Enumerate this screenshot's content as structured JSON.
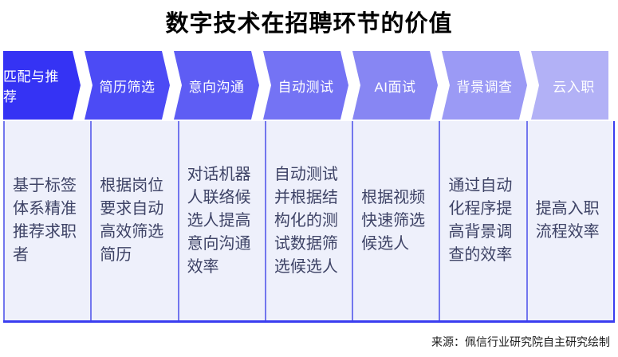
{
  "title": "数字技术在招聘环节的价值",
  "source": "来源：佩信行业研究院自主研究绘制",
  "colors": {
    "header_text": "#ffffff",
    "body_text": "#3e4366",
    "body_fill": "#eef0fb",
    "divider": "#7276ee",
    "frame": "#3a3df0",
    "background": "#ffffff",
    "title_text": "#000000"
  },
  "steps": [
    {
      "label": "匹配与推荐",
      "color": "#3533f4",
      "body_lines": [
        "基于标签",
        "体系精准",
        "推荐求职",
        "者"
      ]
    },
    {
      "label": "简历筛选",
      "color": "#4c4bf5",
      "body_lines": [
        "根据岗位",
        "要求自动",
        "高效筛选",
        "简历"
      ]
    },
    {
      "label": "意向沟通",
      "color": "#5e5df4",
      "body_lines": [
        "对话机器",
        "人联络候",
        "选人提高",
        "意向沟通",
        "效率"
      ]
    },
    {
      "label": "自动测试",
      "color": "#7473f4",
      "body_lines": [
        "自动测试",
        "并根据结",
        "构化的测",
        "试数据筛",
        "选候选人"
      ]
    },
    {
      "label": "AI面试",
      "color": "#8786f3",
      "body_lines": [
        "根据视频",
        "快速筛选",
        "候选人"
      ]
    },
    {
      "label": "背景调查",
      "color": "#9b9af5",
      "body_lines": [
        "通过自动",
        "化程序提",
        "高背景调",
        "查的效率"
      ]
    },
    {
      "label": "云入职",
      "color": "#b2b1f6",
      "body_lines": [
        "提高入职",
        "流程效率"
      ]
    }
  ]
}
